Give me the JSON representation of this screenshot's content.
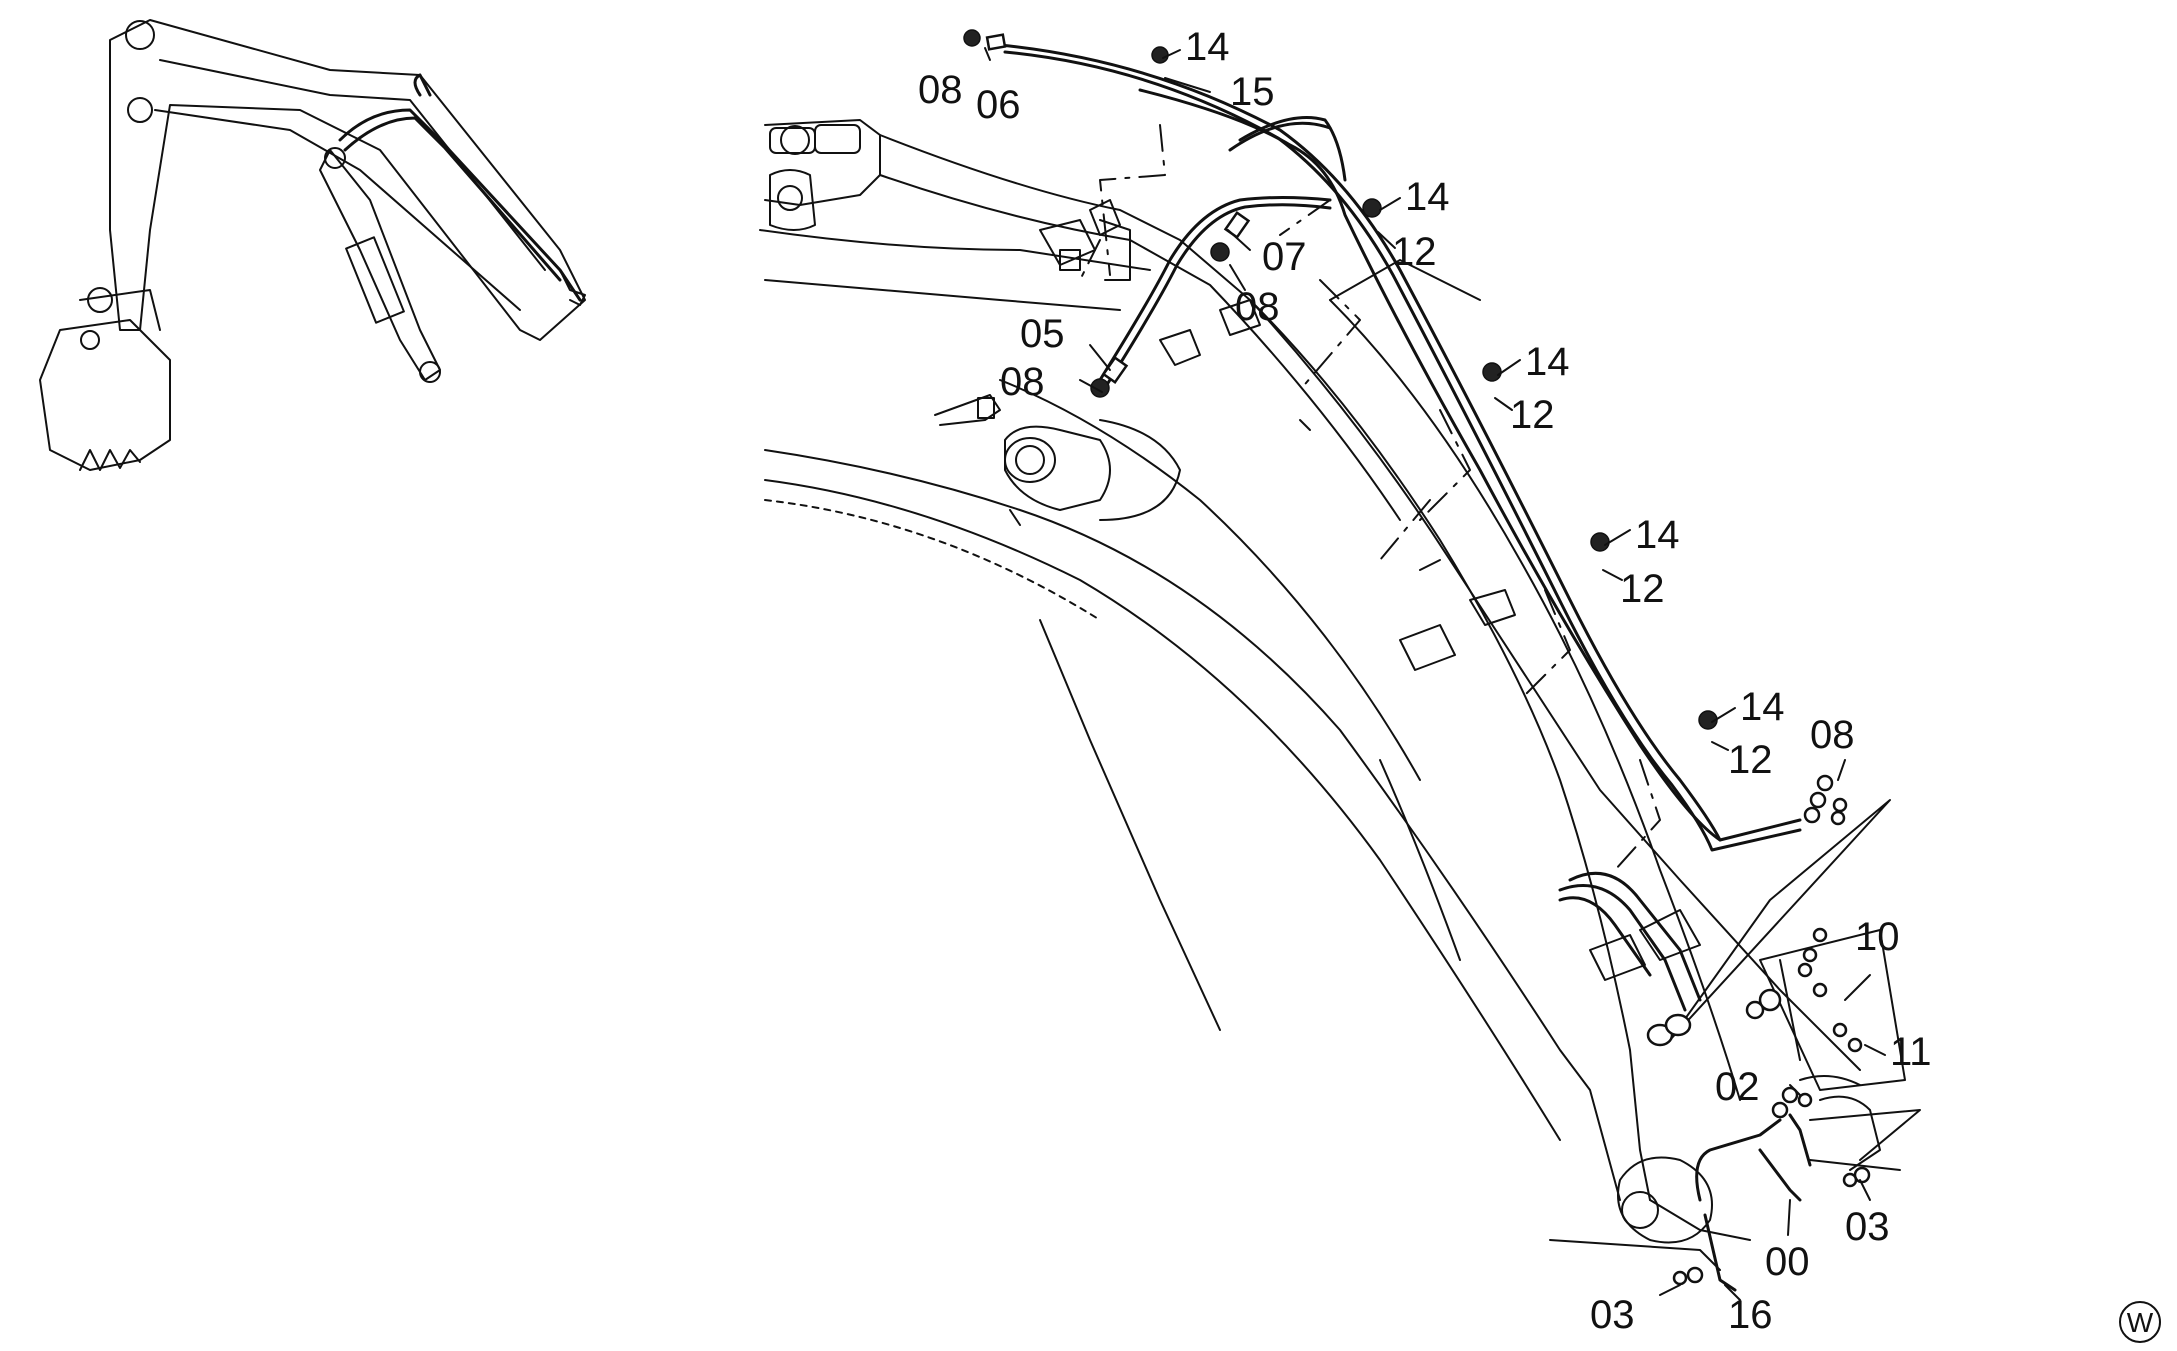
{
  "callouts": [
    {
      "id": "c01",
      "text": "08"
    },
    {
      "id": "c02",
      "text": "06"
    },
    {
      "id": "c03",
      "text": "14"
    },
    {
      "id": "c04",
      "text": "15"
    },
    {
      "id": "c05",
      "text": "14"
    },
    {
      "id": "c06",
      "text": "12"
    },
    {
      "id": "c07",
      "text": "07"
    },
    {
      "id": "c08",
      "text": "08"
    },
    {
      "id": "c09",
      "text": "05"
    },
    {
      "id": "c10",
      "text": "08"
    },
    {
      "id": "c11",
      "text": "14"
    },
    {
      "id": "c12",
      "text": "12"
    },
    {
      "id": "c13",
      "text": "14"
    },
    {
      "id": "c14",
      "text": "12"
    },
    {
      "id": "c15",
      "text": "14"
    },
    {
      "id": "c16",
      "text": "12"
    },
    {
      "id": "c17",
      "text": "08"
    },
    {
      "id": "c18",
      "text": "10"
    },
    {
      "id": "c19",
      "text": "11"
    },
    {
      "id": "c20",
      "text": "02"
    },
    {
      "id": "c21",
      "text": "03"
    },
    {
      "id": "c22",
      "text": "00"
    },
    {
      "id": "c23",
      "text": "03"
    },
    {
      "id": "c24",
      "text": "16"
    }
  ],
  "watermark": {
    "text": "W"
  }
}
